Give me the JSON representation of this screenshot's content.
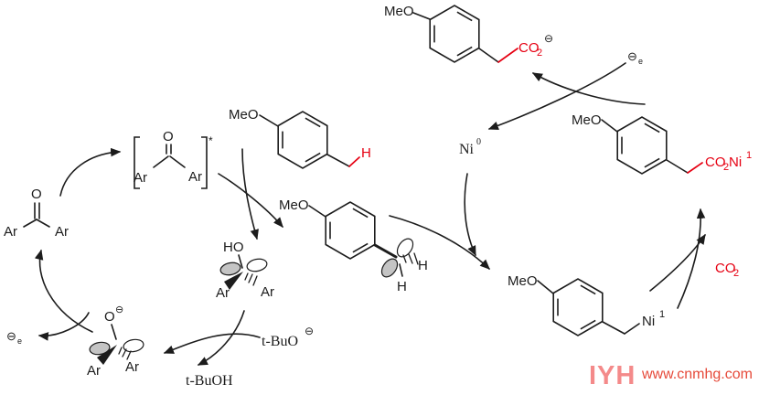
{
  "colors": {
    "bond": "#1c1c1c",
    "highlight": "#e60012",
    "orbital_fill": "#c4c4c4",
    "watermark_logo": "#f48a8a",
    "watermark_text": "#e64a3a"
  },
  "labels": {
    "meo": "MeO",
    "ar": "Ar",
    "o": "O",
    "ho": "HO",
    "h": "H",
    "co": "CO",
    "sub2": "2",
    "ni": "Ni",
    "sup0": "0",
    "sup1": "1",
    "minus_circle": "⊖",
    "electron_sub": "e",
    "excited_mark": "*",
    "tbuo": "t-BuO",
    "tbuoh": "t-BuOH"
  },
  "watermark": {
    "logo": "IYH",
    "url": "www.cnmhg.com"
  }
}
